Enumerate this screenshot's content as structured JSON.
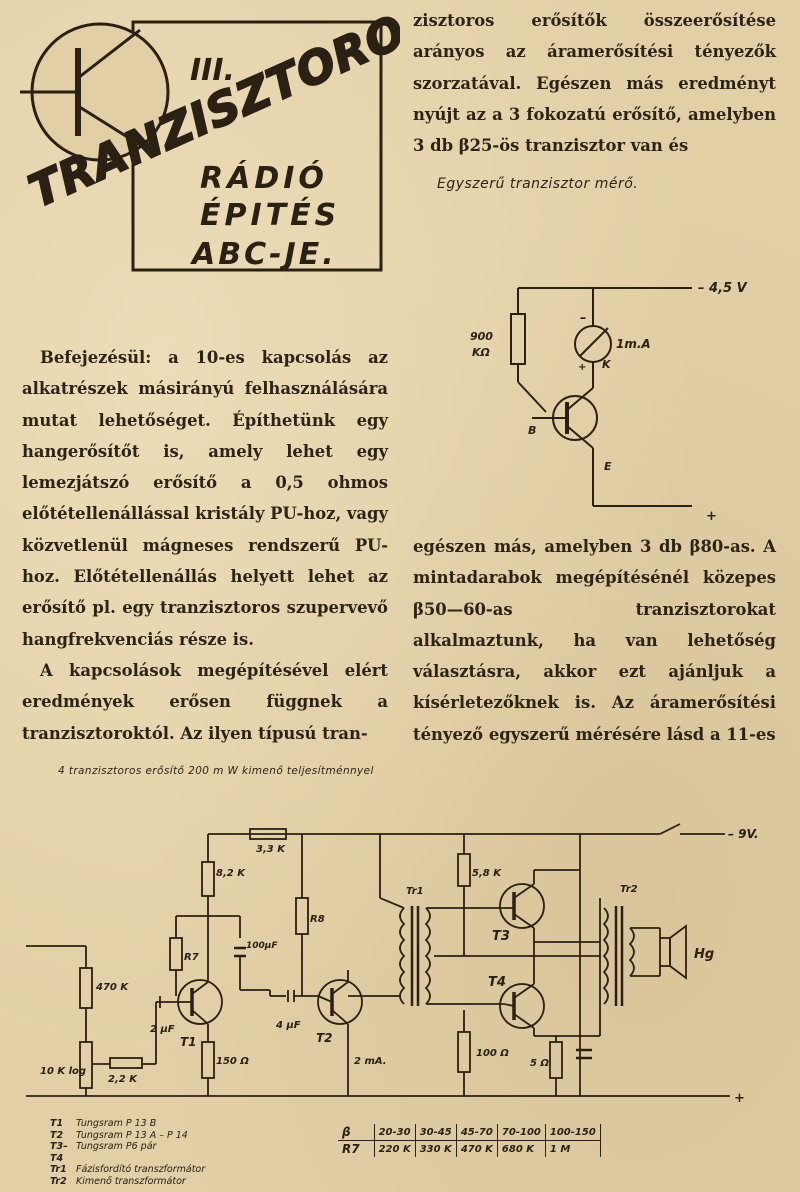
{
  "logo": {
    "number": "III.",
    "word1": "TRANZISZTOROS",
    "word2": "RÁDIÓ",
    "word3": "ÉPITÉS",
    "word4": "ABC-JE."
  },
  "text": {
    "top_right": "zisztoros erősítők összeerősítése arányos az áramerősítési tényezők szorzatával. Egészen más eredményt nyújt az a 3 fokozatú erősítő, amelyben 3 db β25-ös tranzisztor van és",
    "left_p1": "Befejezésül: a 10-es kapcsolás az alkatrészek másirányú felhasználására mutat lehetőséget. Építhetünk egy hangerősítőt is, amely lehet egy lemezjátszó erősítő a 0,5 ohmos előtétellenállással kristály PU-hoz, vagy közvetlenül mágneses rendszerű PU-hoz. Előtétellenállás helyett lehet az erősítő pl. egy tranzisztoros szupervevő hangfrekvenciás része is.",
    "left_p2": "A kapcsolások megépítésével elért eredmények erősen függnek a tranzisztoroktól. Az ilyen típusú tran-",
    "right_bottom": "egészen más, amelyben 3 db β80-as. A mintadarabok megépítésénél közepes β50—60-as tranzisztorokat alkalmaztunk, ha van lehetőség választásra, akkor ezt ajánljuk a kísérletezőknek is. Az áramerősítési tényező egyszerű mérésére lásd a 11-es"
  },
  "captions": {
    "meter": "Egyszerű tranzisztor mérő.",
    "amplifier": "4 tranzisztoros erősítő 200 m W kimenő teljesítménnyel"
  },
  "meter_labels": {
    "voltage": "– 4,5 V",
    "resistor": "900",
    "resistor_unit": "KΩ",
    "meter": "1m.A",
    "k": "K",
    "b": "B",
    "e": "E",
    "plus": "+",
    "minus": "–",
    "meter_plus": "+"
  },
  "amp_labels": {
    "r33": "3,3 K",
    "neg9": "– 9V.",
    "r82": "8,2 K",
    "r7": "R7",
    "r8": "R8",
    "c100": "100μF",
    "r58": "5,8 K",
    "tr1": "Tr1",
    "tr2": "Tr2",
    "t3": "T3",
    "t4": "T4",
    "hg": "Hg",
    "r470": "470 K",
    "t1": "T1",
    "t2": "T2",
    "c2": "2 μF",
    "c4": "4 μF",
    "r150": "150 Ω",
    "ma2": "2 mA.",
    "r100": "100 Ω",
    "r5": "5 Ω",
    "r10k": "10 K log",
    "r22": "2,2 K",
    "plus": "+"
  },
  "legend": [
    {
      "key": "T1",
      "text": "Tungsram P 13 B"
    },
    {
      "key": "T2",
      "text": "Tungsram P 13 A – P 14"
    },
    {
      "key": "T3–T4",
      "text": "Tungsram P6 pár"
    },
    {
      "key": "Tr1",
      "text": "Fázisfordító transzformátor"
    },
    {
      "key": "Tr2",
      "text": "Kimenő transzformátor"
    }
  ],
  "beta_table": {
    "row1_label": "β",
    "row1": [
      "20-30",
      "30-45",
      "45-70",
      "70-100",
      "100-150"
    ],
    "row2_label": "R7",
    "row2": [
      "220 K",
      "330 K",
      "470 K",
      "680 K",
      "1 M"
    ]
  }
}
